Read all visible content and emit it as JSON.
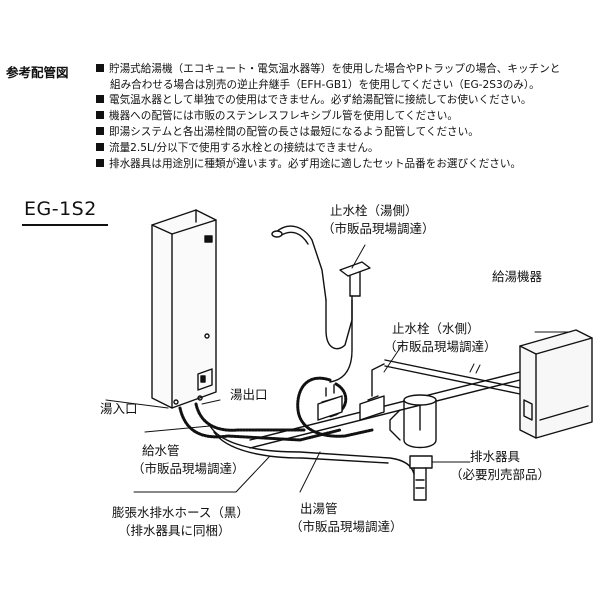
{
  "header": {
    "title": "参考配管図",
    "notes": [
      "貯湯式給湯機（エコキュート・電気温水器等）を使用した場合やPトラップの場合、キッチンと",
      "電気温水器として単独での使用はできません。必ず給湯配管に接続してお使いください。",
      "機器への配管には市販のステンレスフレキシブル管を使用してください。",
      "即湯システムと各出湯栓間の配管の長さは最短になるよう配管してください。",
      "流量2.5L/分以下で使用する水栓との接続はできません。",
      "排水器具は用途別に種類が違います。必ず用途に適したセット品番をお選びください。"
    ],
    "note1_cont": "組み合わせる場合は別売の逆止弁継手（EFH-GB1）を使用してください（EG-2S3のみ）。"
  },
  "diagram": {
    "model": "EG-1S2",
    "labels": {
      "stop_hot_1": "止水栓（湯側）",
      "stop_hot_2": "（市販品現場調達）",
      "water_heater": "給湯機器",
      "stop_cold_1": "止水栓（水側）",
      "stop_cold_2": "（市販品現場調達）",
      "inlet": "湯入口",
      "outlet": "湯出口",
      "supply_1": "給水管",
      "supply_2": "（市販品現場調達）",
      "drain_1": "排水器具",
      "drain_2": "（必要別売部品）",
      "hose_1": "膨張水排水ホース（黒）",
      "hose_2": "（排水器具に同梱）",
      "hot_pipe_1": "出湯管",
      "hot_pipe_2": "（市販品現場調達）"
    }
  },
  "colors": {
    "line": "#111111",
    "background": "#ffffff",
    "fill_gray": "#f2f2f2"
  }
}
